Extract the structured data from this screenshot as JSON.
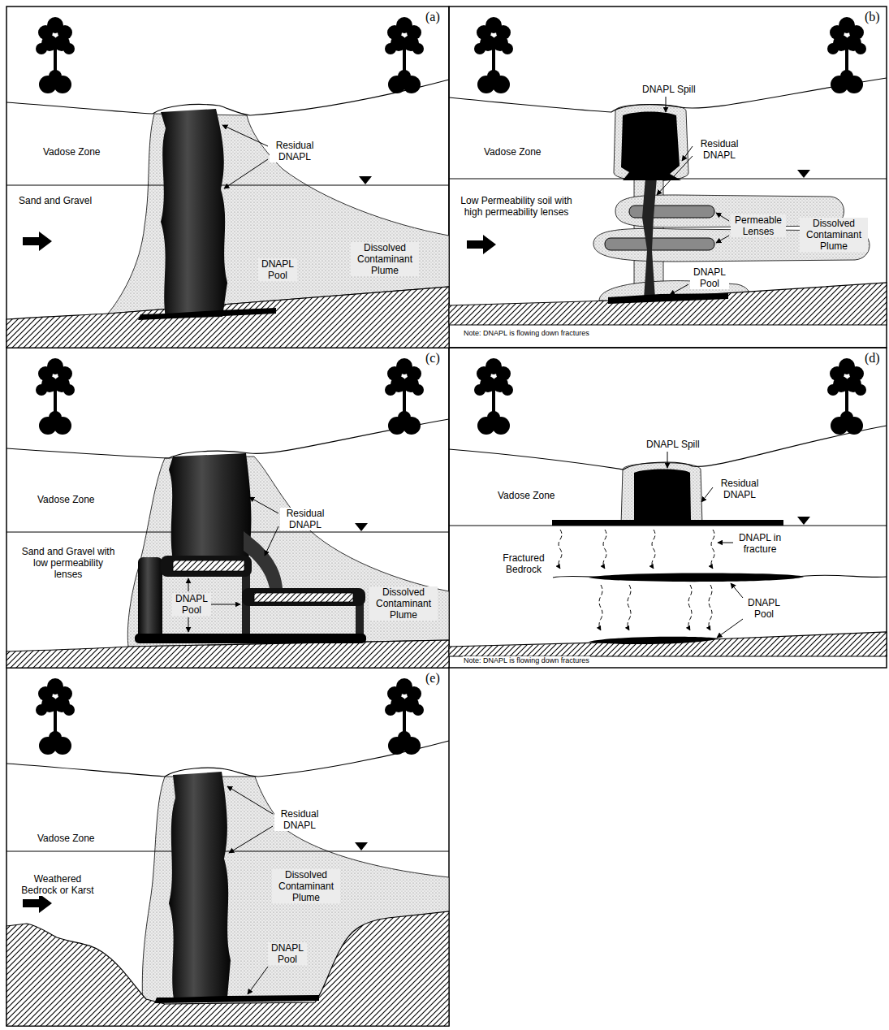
{
  "diagram": {
    "labels": [
      "(a)",
      "Vadose Zone",
      "Residual DNAPL",
      "Sand and Gravel",
      "DNAPL Pool",
      "Dissolved Contaminant Plume",
      "(b)",
      "DNAPL Spill",
      "Vadose Zone",
      "Residual DNAPL",
      "Low Permeability soil with high permeability lenses",
      "Permeable Lenses",
      "Dissolved Contaminant Plume",
      "DNAPL Pool",
      "Note: DNAPL is flowing down fractures",
      "(c)",
      "Vadose Zone",
      "Residual DNAPL",
      "Sand and Gravel with low permeability lenses",
      "DNAPL Pool",
      "Dissolved Contaminant Plume",
      "(d)",
      "DNAPL Spill",
      "Vadose Zone",
      "Residual DNAPL",
      "DNAPL in fracture",
      "Fractured Bedrock",
      "DNAPL Pool",
      "Note: DNAPL is flowing down fractures",
      "(e)",
      "Vadose Zone",
      "Residual DNAPL",
      "Weathered Bedrock or Karst",
      "Dissolved Contaminant Plume",
      "DNAPL Pool"
    ]
  }
}
